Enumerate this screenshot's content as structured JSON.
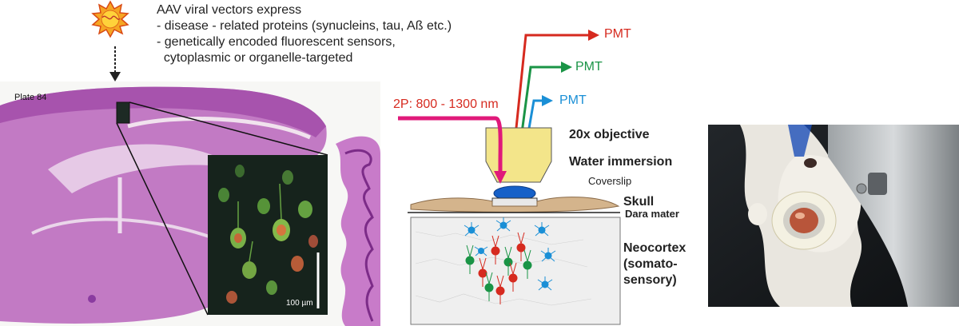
{
  "header": {
    "title": "AAV viral vectors express",
    "lines": [
      "- disease - related proteins (synucleins, tau, Aß etc.)",
      "- genetically encoded fluorescent sensors,",
      "  cytoplasmic or organelle-targeted"
    ]
  },
  "histology": {
    "plate_label": "Plate 84",
    "scale_bar_label": "100 µm"
  },
  "setup": {
    "laser_label": "2P: 800 - 1300 nm",
    "pmt_labels": [
      "PMT",
      "PMT",
      "PMT"
    ],
    "objective_label": "20x objective",
    "water_label": "Water immersion",
    "coverslip_label": "Coverslip",
    "skull_label": "Skull",
    "dura_label": "Dara mater",
    "cortex_label_lines": [
      "Neocortex",
      "(somato-",
      "sensory)"
    ]
  },
  "colors": {
    "laser": "#e0197a",
    "pmt_red": "#d62a1f",
    "pmt_green": "#1a9446",
    "pmt_blue": "#1a8fd6",
    "objective": "#f3e58a",
    "water": "#1560c8",
    "skull": "#d4b48c",
    "histology_purple": "#b863b8"
  }
}
